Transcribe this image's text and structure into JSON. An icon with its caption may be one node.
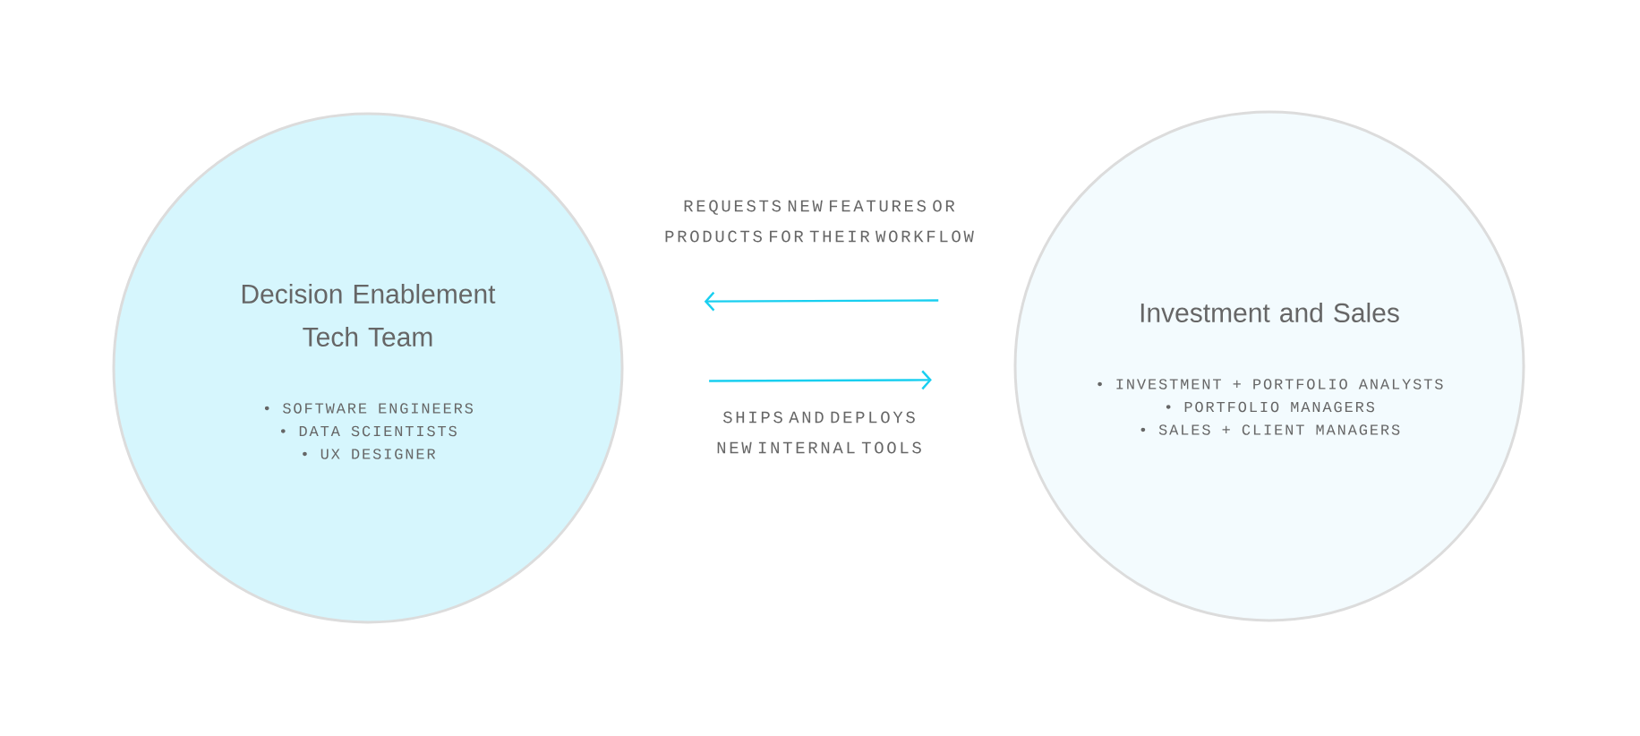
{
  "diagram": {
    "nodes": [
      {
        "text": [
          "Decision Enablement Tech Team",
          "• SOFTWARE ENGINEERS",
          "• DATA SCIENTISTS",
          "• UX DESIGNER"
        ]
      },
      {
        "text": [
          "Investment and Sales",
          "• INVESTMENT + PORTFOLIO ANALYSTS",
          "• PORTFOLIO MANAGERS",
          "• SALES + CLIENT MANAGERS"
        ]
      }
    ],
    "edges": [
      {
        "from": 1,
        "to": 0,
        "arrow": "to",
        "label": "REQUESTS NEW FEATURES OR PRODUCTS FOR THEIR WORKFLOW"
      },
      {
        "from": 0,
        "to": 1,
        "arrow": "to",
        "label": "SHIPS AND DEPLOYS NEW INTERNAL TOOLS"
      }
    ]
  }
}
